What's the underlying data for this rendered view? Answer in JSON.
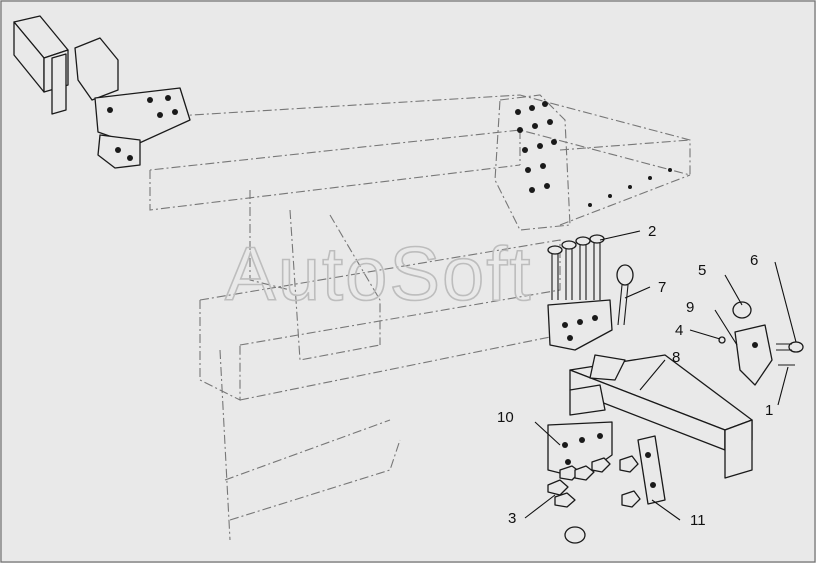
{
  "watermark": "AutoSoft",
  "callouts": [
    {
      "id": "1",
      "label": "1"
    },
    {
      "id": "2",
      "label": "2"
    },
    {
      "id": "3",
      "label": "3"
    },
    {
      "id": "4",
      "label": "4"
    },
    {
      "id": "5",
      "label": "5"
    },
    {
      "id": "6",
      "label": "6"
    },
    {
      "id": "7",
      "label": "7"
    },
    {
      "id": "8",
      "label": "8"
    },
    {
      "id": "9",
      "label": "9"
    },
    {
      "id": "10",
      "label": "10"
    },
    {
      "id": "11",
      "label": "11"
    }
  ],
  "colors": {
    "background": "#e9e9e9",
    "line": "#1a1a1a",
    "ghost": "#777777",
    "frame": "#6e6e6e"
  }
}
